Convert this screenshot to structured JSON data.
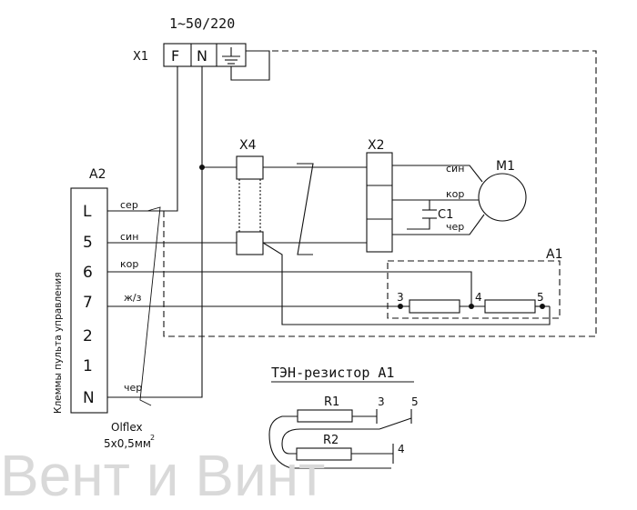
{
  "supply": {
    "label": "1~50/220"
  },
  "x1": {
    "label": "X1",
    "terminals": [
      "F",
      "N"
    ]
  },
  "x2": {
    "label": "X2"
  },
  "x4": {
    "label": "X4"
  },
  "m1": {
    "label": "M1",
    "wires": [
      "син",
      "кор",
      "чер"
    ]
  },
  "c1": {
    "label": "C1"
  },
  "a1": {
    "label": "A1",
    "pins": [
      "3",
      "4",
      "5"
    ]
  },
  "a2": {
    "label": "A2",
    "side_label": "Клеммы пульта управления",
    "terminals": [
      "L",
      "5",
      "6",
      "7",
      "2",
      "1",
      "N"
    ],
    "wires": [
      "сер",
      "син",
      "кор",
      "ж/з",
      "чер"
    ]
  },
  "cable": {
    "name": "Olflex",
    "spec": "5х0,5мм",
    "sup": "2"
  },
  "inset": {
    "title": "ТЭН-резистор А1",
    "r1": "R1",
    "r2": "R2",
    "pins": [
      "3",
      "5",
      "4"
    ]
  },
  "watermark": "Вент и Винт"
}
